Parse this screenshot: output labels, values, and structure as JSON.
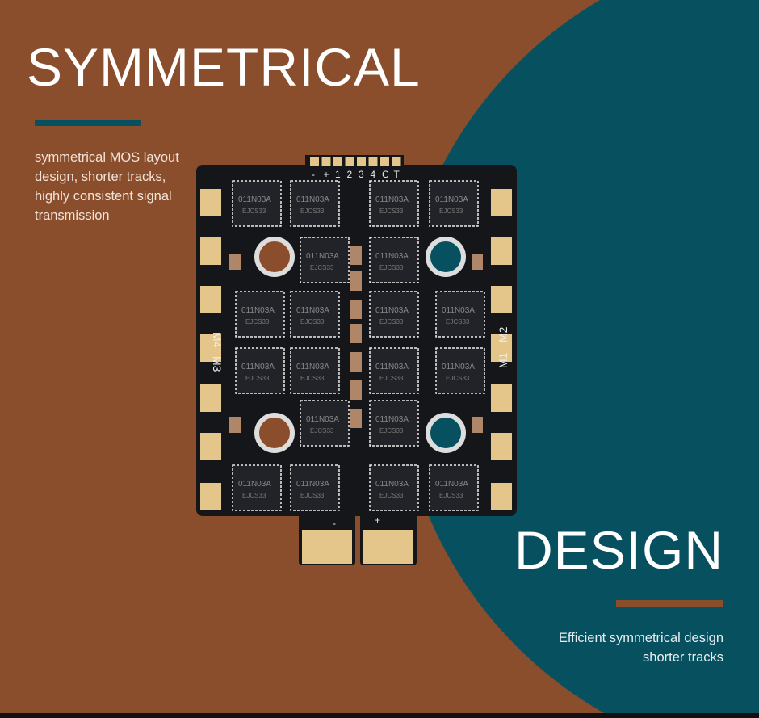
{
  "colors": {
    "background": "#8a4e2c",
    "accent_teal": "#07505f",
    "pcb": "#15161a",
    "pad_gold": "#e4c68a"
  },
  "section_top": {
    "title": "SYMMETRICAL",
    "description": "symmetrical MOS layout design, shorter tracks, highly consistent signal transmission"
  },
  "section_bottom": {
    "title": "DESIGN",
    "description_lines": [
      "Efficient symmetrical design",
      "shorter tracks"
    ]
  },
  "pcb": {
    "pad_labels": [
      "-",
      "+",
      "1",
      "2",
      "3",
      "4",
      "C",
      "T"
    ],
    "motor_labels": {
      "left": [
        "M4",
        "M3"
      ],
      "right": [
        "M1",
        "M2"
      ]
    },
    "chip_marking": "011N03A",
    "chip_code": "EJCS33",
    "power_labels": [
      "-",
      "+"
    ]
  }
}
